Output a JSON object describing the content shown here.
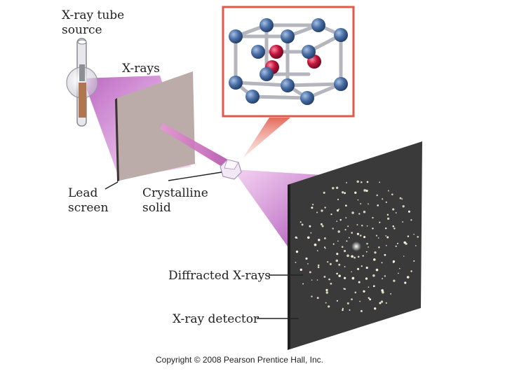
{
  "labels": {
    "xray_tube_source_line1": "X-ray tube",
    "xray_tube_source_line2": "source",
    "xrays": "X-rays",
    "lead_screen_line1": "Lead",
    "lead_screen_line2": "screen",
    "crystalline_solid_line1": "Crystalline",
    "crystalline_solid_line2": "solid",
    "diffracted_xrays": "Diffracted X-rays",
    "xray_detector": "X-ray detector"
  },
  "copyright": "Copyright © 2008 Pearson Prentice Hall, Inc.",
  "colors": {
    "beam": "#d98ad6",
    "lead_screen": "#b2a2a0",
    "detector": "#3a3a3a",
    "atom_blue": "#4a6fa5",
    "atom_red": "#c0143c",
    "inset_border": "#e05a4a"
  }
}
